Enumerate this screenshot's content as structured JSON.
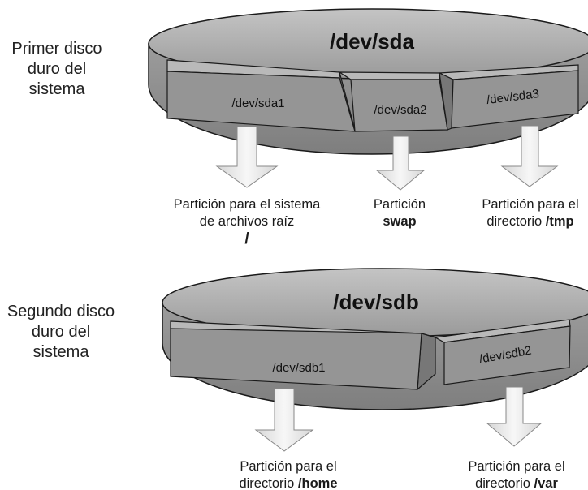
{
  "disk1": {
    "side_label": [
      "Primer disco",
      "duro del",
      "sistema"
    ],
    "name": "/dev/sda",
    "partitions": [
      "/dev/sda1",
      "/dev/sda2",
      "/dev/sda3"
    ],
    "captions": {
      "sda1": {
        "lines": [
          "Partición para el sistema",
          "de archivos raíz"
        ],
        "bold": "/"
      },
      "sda2": {
        "line1": "Partición",
        "bold": "swap"
      },
      "sda3": {
        "line1": "Partición para el",
        "line2_prefix": "directorio ",
        "bold": "/tmp"
      }
    }
  },
  "disk2": {
    "side_label": [
      "Segundo disco",
      "duro del",
      "sistema"
    ],
    "name": "/dev/sdb",
    "partitions": [
      "/dev/sdb1",
      "/dev/sdb2"
    ],
    "captions": {
      "sdb1": {
        "line1": "Partición para el",
        "line2_prefix": "directorio ",
        "bold": "/home"
      },
      "sdb2": {
        "line1": "Partición para el",
        "line2_prefix": "directorio ",
        "bold": "/var"
      }
    }
  },
  "colors": {
    "disk_top": "#a9a9a9",
    "disk_rim": "#8a8a8a",
    "partition_face": "#959595",
    "arrow_fill": "#eeeeee",
    "outline": "#1a1a1a"
  }
}
